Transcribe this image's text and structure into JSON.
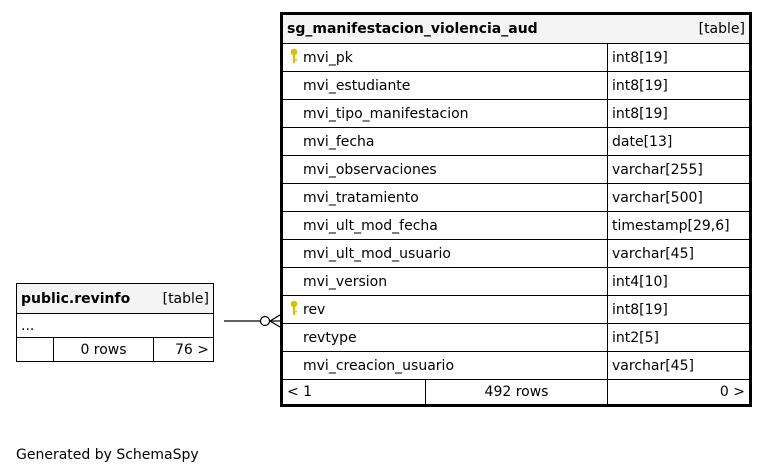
{
  "main_table": {
    "title": "sg_manifestacion_violencia_aud",
    "kind": "[table]",
    "columns": [
      {
        "name": "mvi_pk",
        "type": "int8[19]",
        "key": true
      },
      {
        "name": "mvi_estudiante",
        "type": "int8[19]",
        "key": false
      },
      {
        "name": "mvi_tipo_manifestacion",
        "type": "int8[19]",
        "key": false
      },
      {
        "name": "mvi_fecha",
        "type": "date[13]",
        "key": false
      },
      {
        "name": "mvi_observaciones",
        "type": "varchar[255]",
        "key": false
      },
      {
        "name": "mvi_tratamiento",
        "type": "varchar[500]",
        "key": false
      },
      {
        "name": "mvi_ult_mod_fecha",
        "type": "timestamp[29,6]",
        "key": false
      },
      {
        "name": "mvi_ult_mod_usuario",
        "type": "varchar[45]",
        "key": false
      },
      {
        "name": "mvi_version",
        "type": "int4[10]",
        "key": false
      },
      {
        "name": "rev",
        "type": "int8[19]",
        "key": true
      },
      {
        "name": "revtype",
        "type": "int2[5]",
        "key": false
      },
      {
        "name": "mvi_creacion_usuario",
        "type": "varchar[45]",
        "key": false
      }
    ],
    "footer": {
      "left": "< 1",
      "middle": "492 rows",
      "right": "0 >"
    }
  },
  "ref_table": {
    "title": "public.revinfo",
    "kind": "[table]",
    "ellipsis": "...",
    "footer": {
      "left": "",
      "middle": "0 rows",
      "right": "76 >"
    }
  },
  "footer_text": "Generated by SchemaSpy",
  "colors": {
    "key_icon": "#d4c400",
    "header_bg": "#f4f4f4",
    "line": "#000000"
  }
}
